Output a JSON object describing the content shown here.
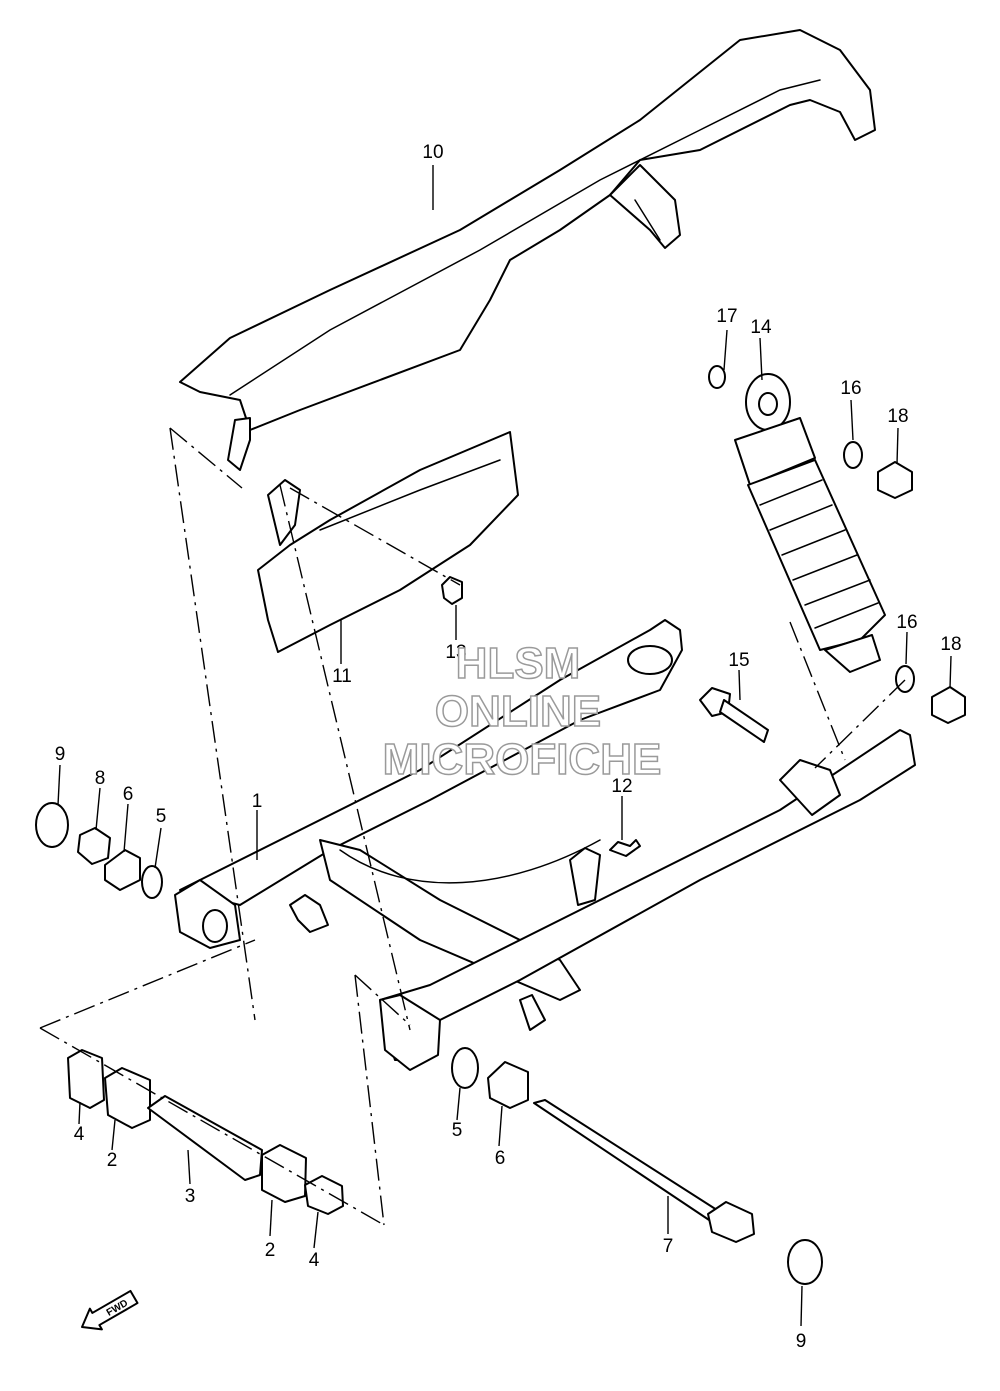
{
  "callouts": [
    {
      "id": "c10",
      "text": "10"
    },
    {
      "id": "c11",
      "text": "11"
    },
    {
      "id": "c13",
      "text": "13"
    },
    {
      "id": "c17",
      "text": "17"
    },
    {
      "id": "c14",
      "text": "14"
    },
    {
      "id": "c16a",
      "text": "16"
    },
    {
      "id": "c18a",
      "text": "18"
    },
    {
      "id": "c16b",
      "text": "16"
    },
    {
      "id": "c18b",
      "text": "18"
    },
    {
      "id": "c15",
      "text": "15"
    },
    {
      "id": "c12",
      "text": "12"
    },
    {
      "id": "c1",
      "text": "1"
    },
    {
      "id": "c9a",
      "text": "9"
    },
    {
      "id": "c8",
      "text": "8"
    },
    {
      "id": "c6a",
      "text": "6"
    },
    {
      "id": "c5a",
      "text": "5"
    },
    {
      "id": "c4a",
      "text": "4"
    },
    {
      "id": "c2a",
      "text": "2"
    },
    {
      "id": "c3",
      "text": "3"
    },
    {
      "id": "c2b",
      "text": "2"
    },
    {
      "id": "c4b",
      "text": "4"
    },
    {
      "id": "c5b",
      "text": "5"
    },
    {
      "id": "c6b",
      "text": "6"
    },
    {
      "id": "c7",
      "text": "7"
    },
    {
      "id": "c9b",
      "text": "9"
    }
  ],
  "watermark": {
    "line1": "HLSM",
    "line2": "ONLINE",
    "line3": "MICROFICHE"
  },
  "fwd_label": "FWD"
}
